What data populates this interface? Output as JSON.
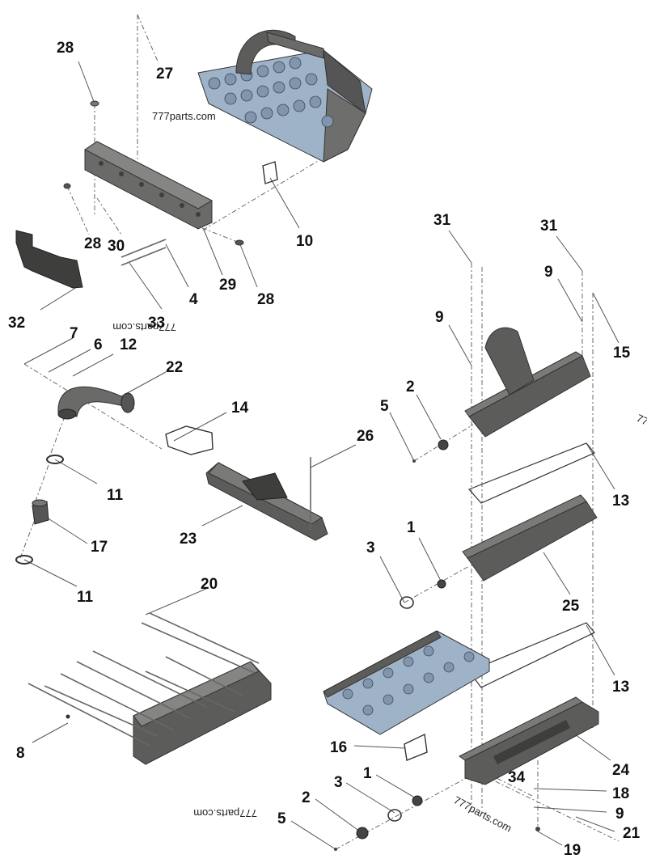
{
  "watermark": "777parts.com",
  "watermark_partial": "77",
  "callouts": [
    "28",
    "27",
    "28",
    "30",
    "10",
    "4",
    "29",
    "28",
    "32",
    "33",
    "7",
    "6",
    "12",
    "22",
    "14",
    "26",
    "11",
    "17",
    "23",
    "11",
    "20",
    "8",
    "31",
    "31",
    "9",
    "9",
    "15",
    "2",
    "5",
    "13",
    "1",
    "3",
    "25",
    "13",
    "16",
    "24",
    "34",
    "18",
    "1",
    "3",
    "9",
    "2",
    "5",
    "21",
    "19"
  ],
  "colors": {
    "cast_metal": "#5c5c5a",
    "cylinder_head": "#9fb3c8",
    "outline": "#333333"
  }
}
